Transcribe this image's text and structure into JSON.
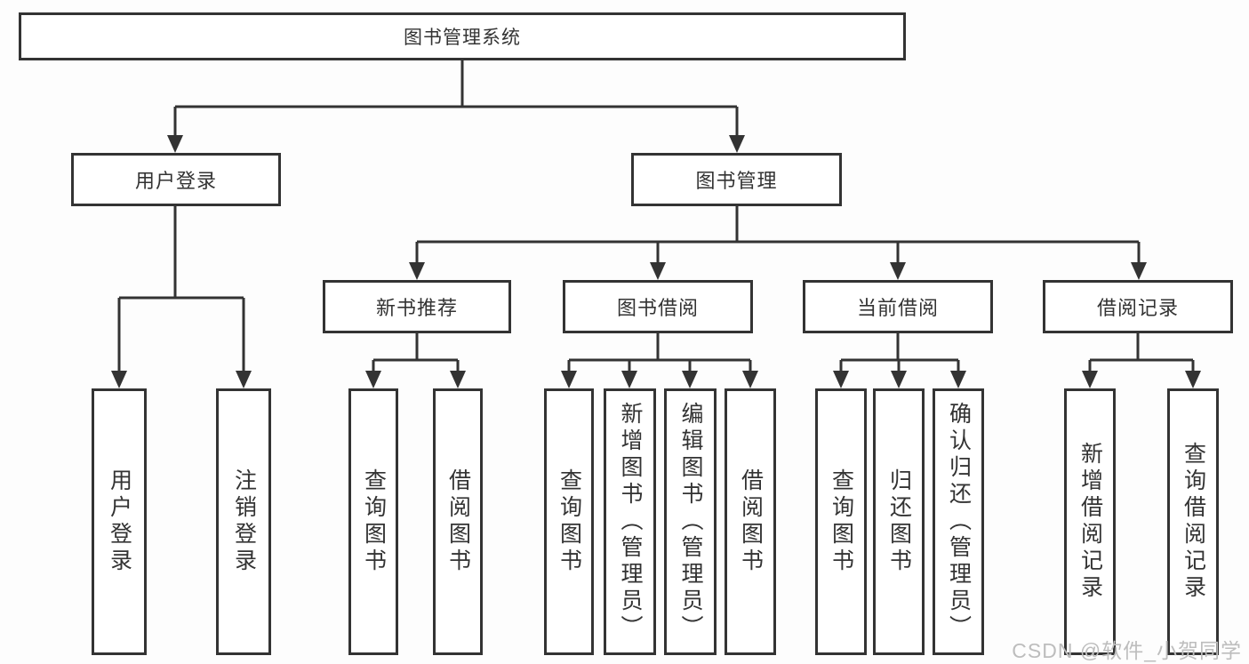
{
  "nodes": {
    "root": {
      "label": "图书管理系统"
    },
    "user_login": {
      "label": "用户登录"
    },
    "book_mgmt": {
      "label": "图书管理"
    },
    "new_book_rec": {
      "label": "新书推荐"
    },
    "book_borrow": {
      "label": "图书借阅"
    },
    "current_borrow": {
      "label": "当前借阅"
    },
    "borrow_records": {
      "label": "借阅记录"
    },
    "leaves": [
      {
        "label": "用户登录"
      },
      {
        "label": "注销登录"
      },
      {
        "label": "查询图书"
      },
      {
        "label": "借阅图书"
      },
      {
        "label": "查询图书"
      },
      {
        "label": "新增图书（管理员）"
      },
      {
        "label": "编辑图书（管理员）"
      },
      {
        "label": "借阅图书"
      },
      {
        "label": "查询图书"
      },
      {
        "label": "归还图书"
      },
      {
        "label": "确认归还（管理员）"
      },
      {
        "label": "新增借阅记录"
      },
      {
        "label": "查询借阅记录"
      }
    ]
  },
  "watermark": {
    "text": "CSDN @软件_小贺同学",
    "color": "#bdbdbd"
  },
  "colors": {
    "line": "#333333",
    "box_border": "#333333",
    "box_fill": "#ffffff",
    "text": "#333333",
    "background": "#fdfdfd"
  }
}
